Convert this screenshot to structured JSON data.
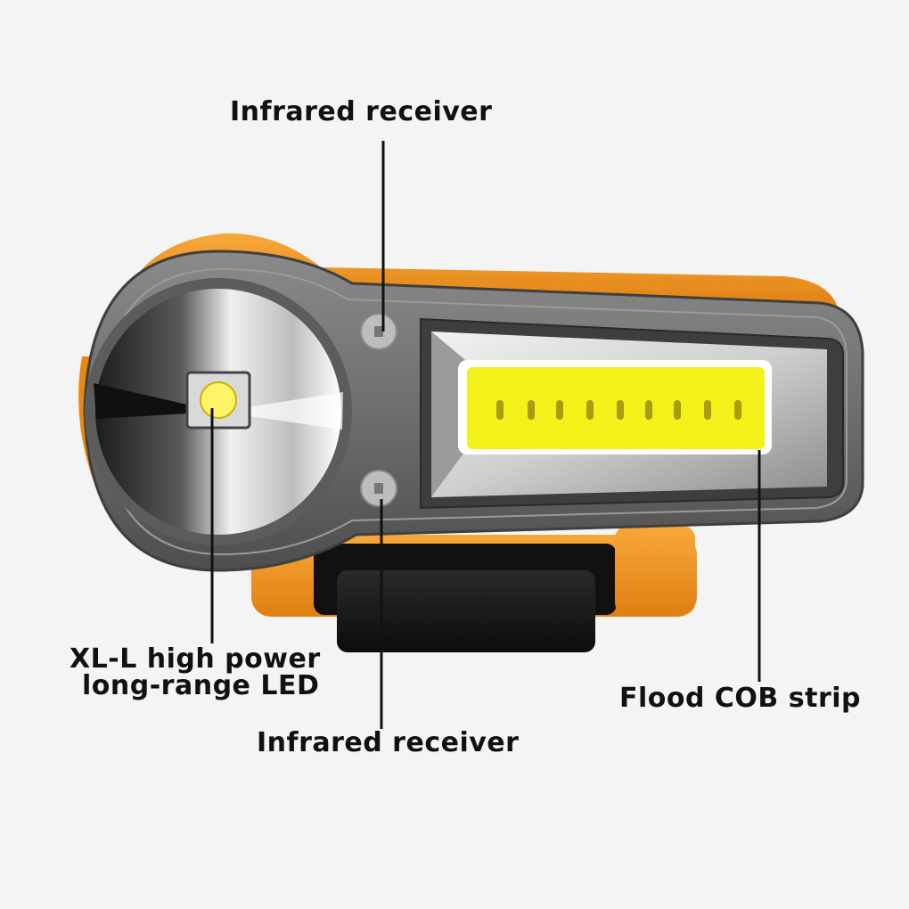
{
  "labels": {
    "infrared_top": "Infrared receiver",
    "infrared_bottom": "Infrared receiver",
    "led_line1": "XL-L high power",
    "led_line2": "long-range LED",
    "cob": "Flood COB strip"
  },
  "colors": {
    "background": "#f4f4f4",
    "housing_gray": "#6b6b6b",
    "accent_orange": "#f09a2a",
    "cob_yellow": "#f4f01a",
    "band_black": "#1a1a1a",
    "text": "#111111"
  },
  "product": {
    "led_icon": "xl-l-led-icon",
    "cob_icon": "cob-strip-icon",
    "receiver_icon": "infrared-receiver-icon"
  }
}
